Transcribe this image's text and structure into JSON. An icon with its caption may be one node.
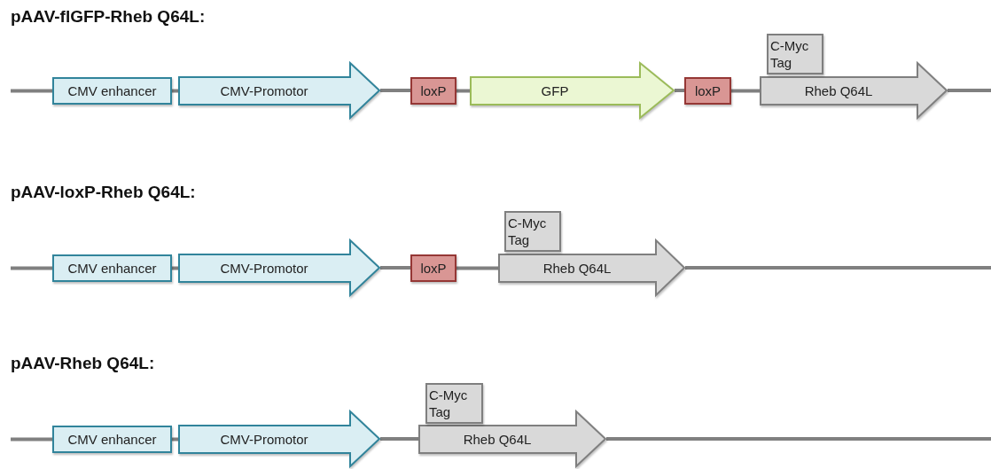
{
  "diagram": {
    "nodes": [
      {
        "text": [
          "CMV enhancer"
        ]
      },
      {
        "text": [
          "CMV-Promotor"
        ]
      },
      {
        "text": [
          "loxP"
        ]
      },
      {
        "text": [
          "GFP"
        ]
      },
      {
        "text": [
          "loxP"
        ]
      },
      {
        "text": [
          "C-Myc Tag"
        ]
      },
      {
        "text": [
          "Rheb Q64L"
        ]
      },
      {
        "text": [
          "CMV enhancer"
        ]
      },
      {
        "text": [
          "CMV-Promotor"
        ]
      },
      {
        "text": [
          "loxP"
        ]
      },
      {
        "text": [
          "C-Myc Tag"
        ]
      },
      {
        "text": [
          "Rheb Q64L"
        ]
      },
      {
        "text": [
          "CMV enhancer"
        ]
      },
      {
        "text": [
          "CMV-Promotor"
        ]
      },
      {
        "text": [
          "C-Myc Tag"
        ]
      },
      {
        "text": [
          "Rheb Q64L"
        ]
      }
    ],
    "edges": [
      {
        "from": null,
        "to": 0,
        "arrow": "none"
      },
      {
        "from": 0,
        "to": 1,
        "arrow": "none"
      },
      {
        "from": 1,
        "to": 2,
        "arrow": "none"
      },
      {
        "from": 2,
        "to": 3,
        "arrow": "none"
      },
      {
        "from": 3,
        "to": 4,
        "arrow": "none"
      },
      {
        "from": 4,
        "to": 6,
        "arrow": "none"
      },
      {
        "from": 6,
        "to": null,
        "arrow": "none"
      },
      {
        "from": null,
        "to": 7,
        "arrow": "none"
      },
      {
        "from": 7,
        "to": 8,
        "arrow": "none"
      },
      {
        "from": 8,
        "to": 9,
        "arrow": "none"
      },
      {
        "from": 9,
        "to": 11,
        "arrow": "none"
      },
      {
        "from": 11,
        "to": null,
        "arrow": "none"
      },
      {
        "from": null,
        "to": 12,
        "arrow": "none"
      },
      {
        "from": 12,
        "to": 13,
        "arrow": "none"
      },
      {
        "from": 13,
        "to": 15,
        "arrow": "none"
      },
      {
        "from": 15,
        "to": null,
        "arrow": "none"
      }
    ],
    "labels": [
      "pAAV-flGFP-Rheb Q64L:",
      "pAAV-loxP-Rheb Q64L:",
      "pAAV-Rheb Q64L:"
    ]
  }
}
